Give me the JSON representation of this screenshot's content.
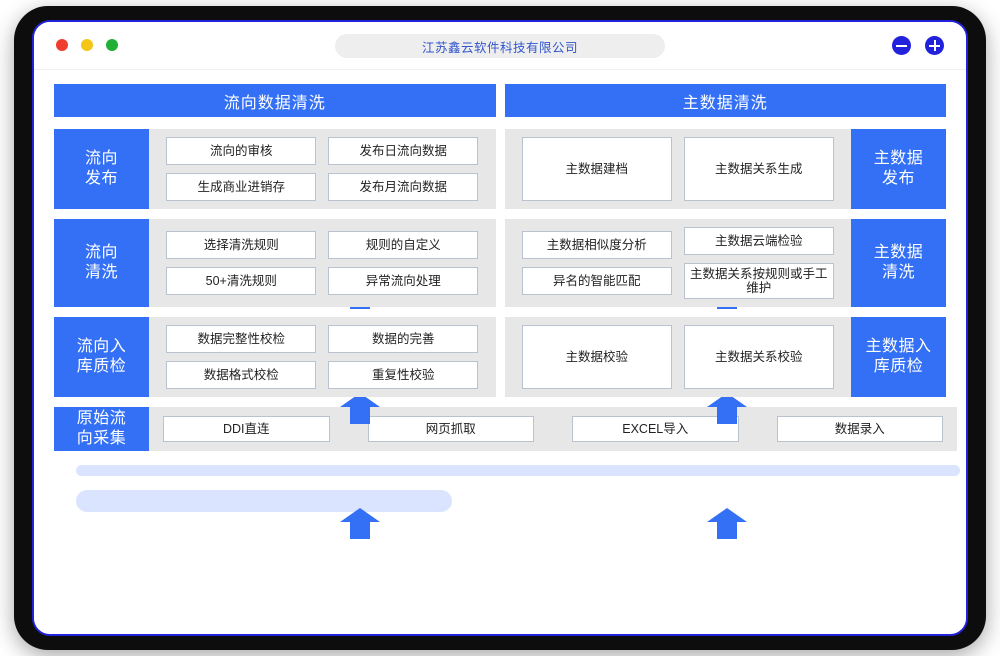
{
  "window": {
    "title": "江苏鑫云软件科技有限公司",
    "traffic_lights": [
      "close-red",
      "minimize-yellow",
      "maximize-green"
    ],
    "controls": [
      {
        "name": "zoom-out-button",
        "icon": "minus-circle-icon"
      },
      {
        "name": "zoom-in-button",
        "icon": "plus-circle-icon"
      }
    ]
  },
  "colors": {
    "accent_blue": "#3370f5",
    "bezel_black": "#0d0d0d",
    "inner_border_blue": "#2222dd",
    "row_background": "#e7e7e7",
    "box_border": "#b9c2cf",
    "placeholder_blue": "#dbe4ff",
    "titlebar_text": "#3355cc"
  },
  "headers": [
    {
      "label": "流向数据清洗",
      "side": "left"
    },
    {
      "label": "主数据清洗",
      "side": "right"
    }
  ],
  "rows": [
    {
      "id": "publish",
      "left": {
        "label": "流向\n发布",
        "groups": [
          {
            "boxes": [
              "流向的审核",
              "生成商业进销存"
            ]
          },
          {
            "boxes": [
              "发布日流向数据",
              "发布月流向数据"
            ]
          }
        ]
      },
      "right": {
        "label": "主数据\n发布",
        "groups": [
          {
            "boxes": [
              "主数据建档"
            ],
            "tall": true
          },
          {
            "boxes": [
              "主数据关系生成"
            ],
            "tall": true
          }
        ]
      }
    },
    {
      "id": "cleaning",
      "left": {
        "label": "流向\n清洗",
        "groups": [
          {
            "boxes": [
              "选择清洗规则",
              "50+清洗规则"
            ]
          },
          {
            "boxes": [
              "规则的自定义",
              "异常流向处理"
            ]
          }
        ]
      },
      "right": {
        "label": "主数据\n清洗",
        "groups": [
          {
            "boxes": [
              "主数据相似度分析",
              "异名的智能匹配"
            ]
          },
          {
            "boxes": [
              "主数据云端检验",
              "主数据关系按规则或手工维护"
            ]
          }
        ]
      }
    },
    {
      "id": "quality-check",
      "left": {
        "label": "流向入\n库质检",
        "groups": [
          {
            "boxes": [
              "数据完整性校检",
              "数据格式校检"
            ]
          },
          {
            "boxes": [
              "数据的完善",
              "重复性校验"
            ]
          }
        ]
      },
      "right": {
        "label": "主数据入\n库质检",
        "groups": [
          {
            "boxes": [
              "主数据校验"
            ],
            "tall": true
          },
          {
            "boxes": [
              "主数据关系校验"
            ],
            "tall": true
          }
        ]
      }
    }
  ],
  "source_row": {
    "label": "原始流\n向采集",
    "boxes": [
      "DDI直连",
      "网页抓取",
      "EXCEL导入",
      "数据录入"
    ]
  },
  "arrows": {
    "icon": "up-arrow-icon",
    "count": 6,
    "direction": "up",
    "color": "#3370f5"
  },
  "placeholders": [
    {
      "name": "placeholder-bar-long"
    },
    {
      "name": "placeholder-bar-short"
    }
  ]
}
